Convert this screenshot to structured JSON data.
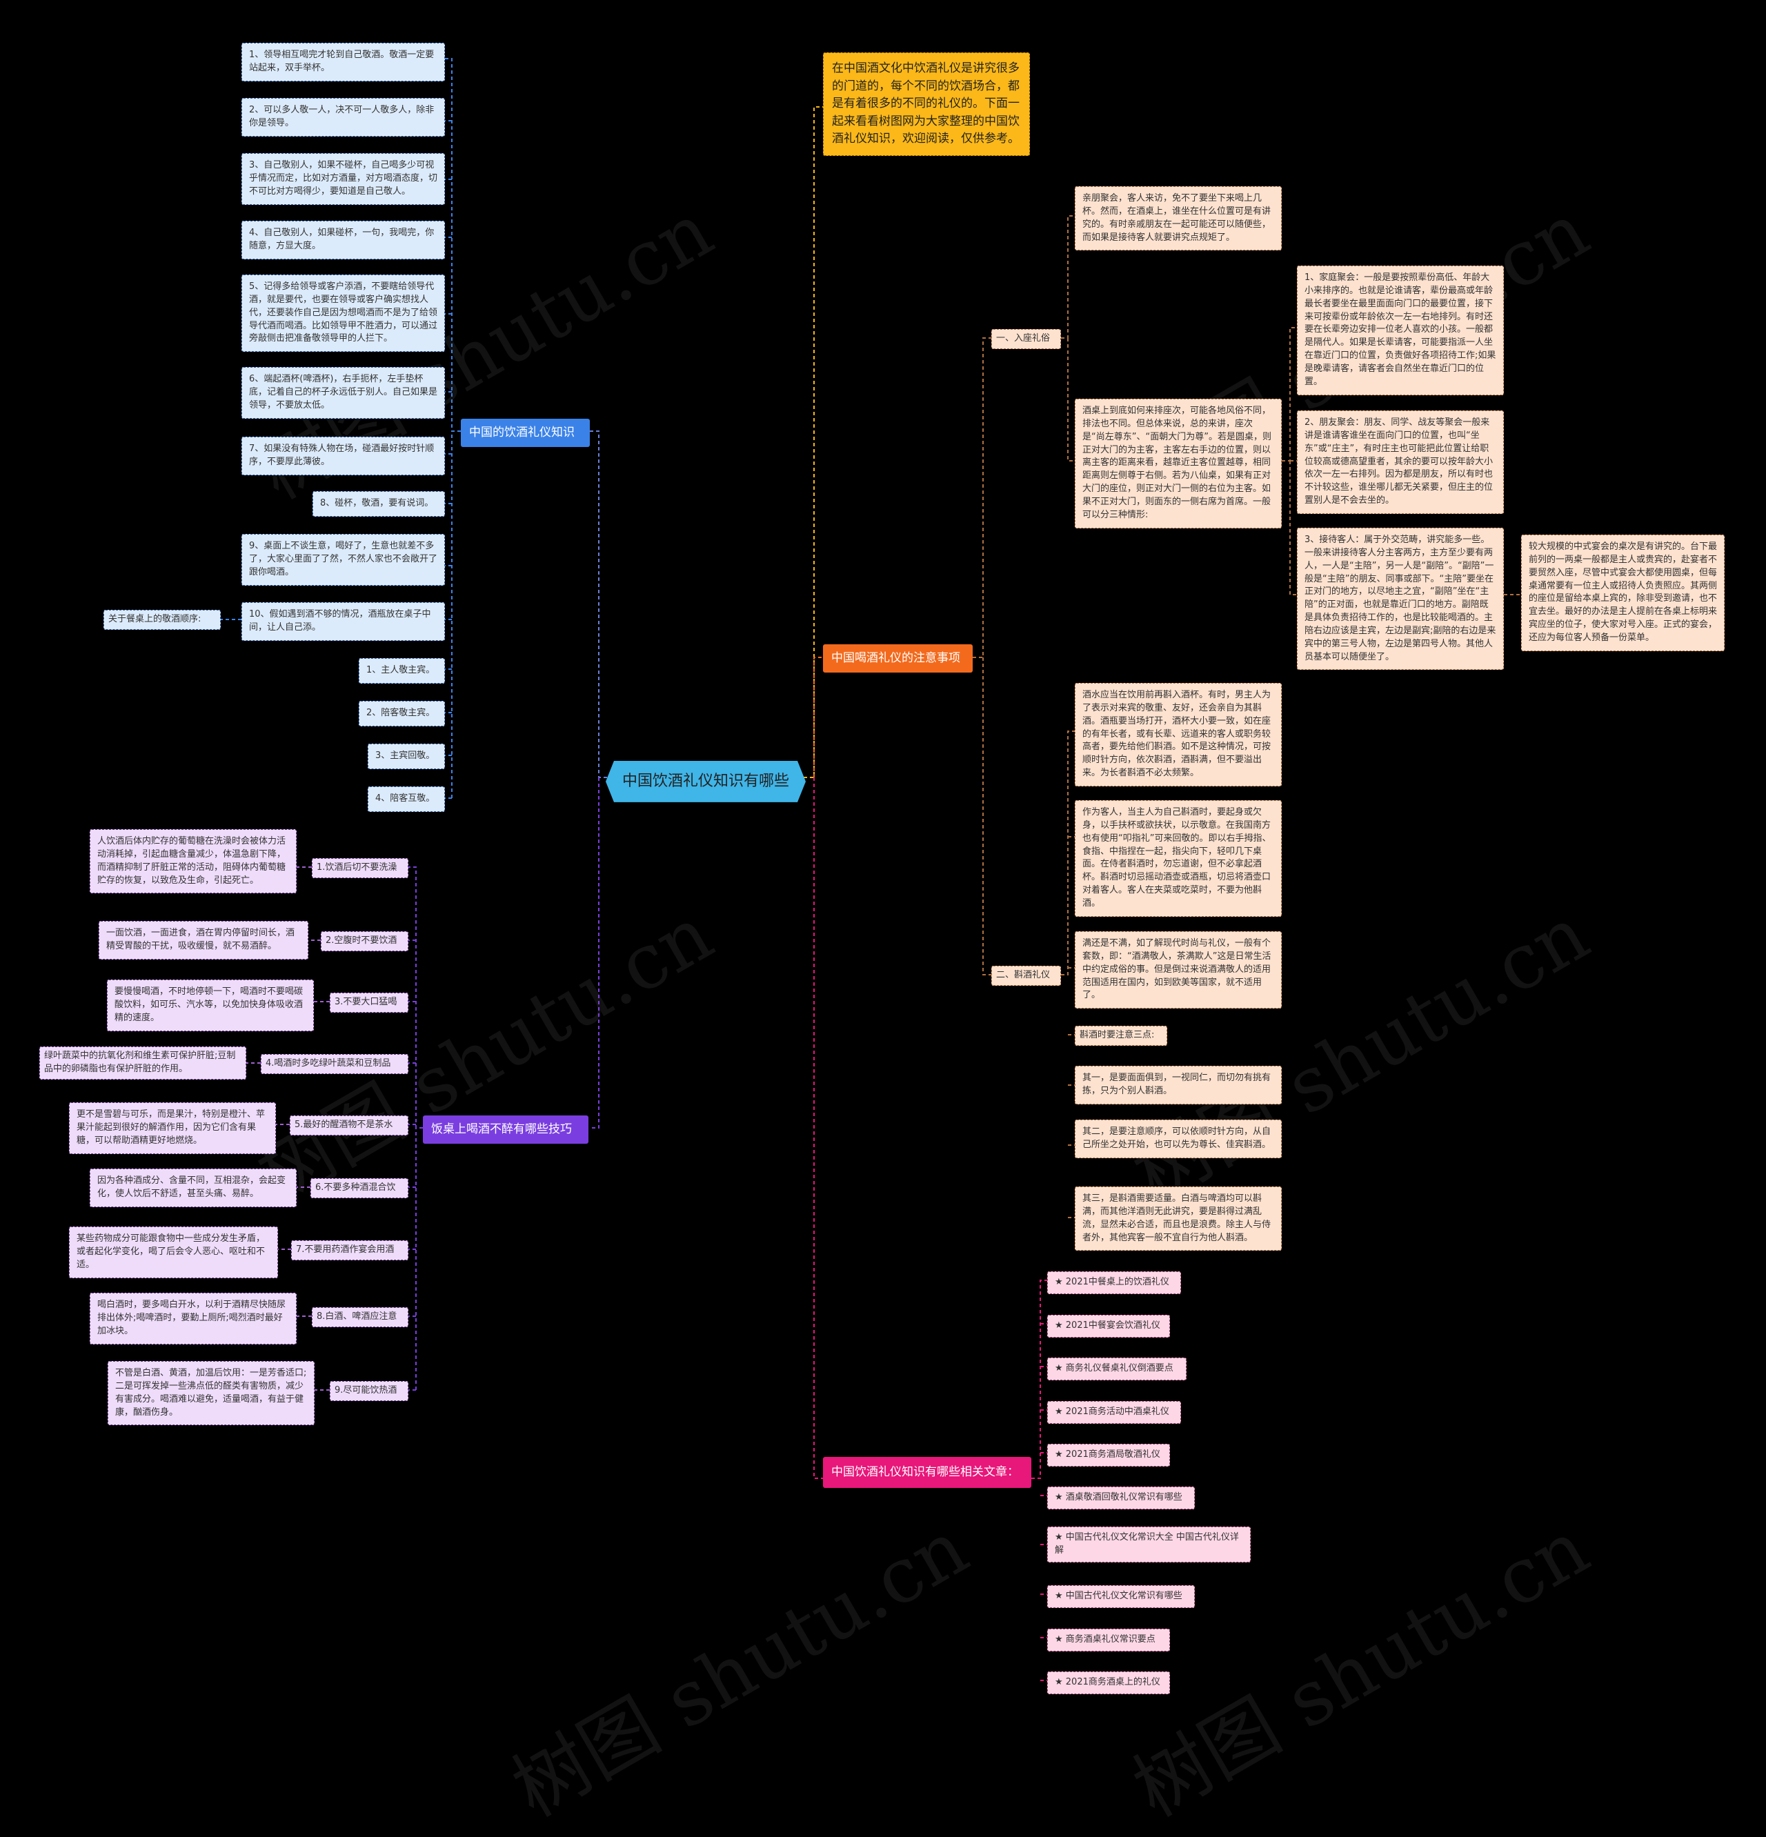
{
  "watermark": "树图 shutu.cn",
  "center": "中国饮酒礼仪知识有哪些",
  "branch1": {
    "title": "中国的饮酒礼仪知识",
    "items": [
      "1、领导相互喝完才轮到自己敬酒。敬酒一定要站起来，双手举杯。",
      "2、可以多人敬一人，决不可一人敬多人，除非你是领导。",
      "3、自己敬别人，如果不碰杯，自己喝多少可视乎情况而定，比如对方酒量，对方喝酒态度，切不可比对方喝得少，要知道是自己敬人。",
      "4、自己敬别人，如果碰杯，一句，我喝完，你随意，方显大度。",
      "5、记得多给领导或客户添酒，不要瞎给领导代酒，就是要代，也要在领导或客户确实想找人代，还要装作自己是因为想喝酒而不是为了给领导代酒而喝酒。比如领导甲不胜酒力，可以通过旁敲侧击把准备敬领导甲的人拦下。",
      "6、端起酒杯(啤酒杯)，右手扼杯，左手垫杯底，记着自己的杯子永远低于别人。自己如果是领导，不要放太低。",
      "7、如果没有特殊人物在场，碰酒最好按时针顺序，不要厚此薄彼。",
      "8、碰杯，敬酒，要有说词。",
      "9、桌面上不谈生意，喝好了，生意也就差不多了，大家心里面了了然，不然人家也不会敞开了跟你喝酒。",
      "10、假如遇到酒不够的情况，酒瓶放在桌子中间，让人自己添。",
      "1、主人敬主宾。",
      "2、陪客敬主宾。",
      "3、主宾回敬。",
      "4、陪客互敬。"
    ],
    "order_label": "关于餐桌上的敬酒顺序:"
  },
  "branch2": {
    "title": "饭桌上喝酒不醉有哪些技巧",
    "items": [
      {
        "label": "1.饮酒后切不要洗澡",
        "detail": "人饮酒后体内贮存的葡萄糖在洗澡时会被体力活动消耗掉，引起血糖含量减少，体温急剧下降，而酒精抑制了肝脏正常的活动，阻碍体内葡萄糖贮存的恢复，以致危及生命，引起死亡。"
      },
      {
        "label": "2.空腹时不要饮酒",
        "detail": "一面饮酒，一面进食，酒在胃内停留时间长，酒精受胃酸的干扰，吸收缓慢，就不易酒醉。"
      },
      {
        "label": "3.不要大口猛喝",
        "detail": "要慢慢喝酒，不时地停顿一下，喝酒时不要喝碳酸饮料，如可乐、汽水等，以免加快身体吸收酒精的速度。"
      },
      {
        "label": "4.喝酒时多吃绿叶蔬菜和豆制品",
        "detail": "绿叶蔬菜中的抗氧化剂和维生素可保护肝脏;豆制品中的卵磷脂也有保护肝脏的作用。"
      },
      {
        "label": "5.最好的醒酒物不是茶水",
        "detail": "更不是雪碧与可乐，而是果汁，特别是橙汁、苹果汁能起到很好的解酒作用，因为它们含有果糖，可以帮助酒精更好地燃烧。"
      },
      {
        "label": "6.不要多种酒混合饮",
        "detail": "因为各种酒成分、含量不同，互相混杂，会起变化，使人饮后不舒适，甚至头痛、易醉。"
      },
      {
        "label": "7.不要用药酒作宴会用酒",
        "detail": "某些药物成分可能跟食物中一些成分发生矛盾，或者起化学变化，喝了后会令人恶心、呕吐和不适。"
      },
      {
        "label": "8.白酒、啤酒应注意",
        "detail": "喝白酒时，要多喝白开水，以利于酒精尽快随尿排出体外;喝啤酒时，要勤上厕所;喝烈酒时最好加冰块。"
      },
      {
        "label": "9.尽可能饮热酒",
        "detail": "不管是白酒、黄酒，加温后饮用：一是芳香适口;二是可挥发掉一些沸点低的醛类有害物质，减少有害成分。喝酒难以避免，适量喝酒，有益于健康，酗酒伤身。"
      }
    ]
  },
  "intro": "在中国酒文化中饮酒礼仪是讲究很多的门道的，每个不同的饮酒场合，都是有着很多的不同的礼仪的。下面一起来看看树图网为大家整理的中国饮酒礼仪知识，欢迎阅读，仅供参考。",
  "branch3": {
    "title": "中国喝酒礼仪的注意事项",
    "sub1": {
      "title": "一、入座礼俗",
      "p1": "亲朋聚会，客人来访，免不了要坐下来喝上几杯。然而，在酒桌上，谁坐在什么位置可是有讲究的。有时亲戚朋友在一起可能还可以随便些，而如果是接待客人就要讲究点规矩了。",
      "p2": "酒桌上到底如何来排座次，可能各地风俗不同，排法也不同。但总体来说，总的来讲，座次是“尚左尊东”、“面朝大门为尊”。若是圆桌，则正对大门的为主客，主客左右手边的位置，则以离主客的距离来看，越靠近主客位置越尊，相同距离则左侧尊于右侧。若为八仙桌，如果有正对大门的座位，则正对大门一侧的右位为主客。如果不正对大门，则面东的一侧右席为首席。一般可以分三种情形:",
      "cases": [
        "1、家庭聚会：一般是要按照辈份高低、年龄大小来排序的。也就是论谁请客，辈份最高或年龄最长者要坐在最里面面向门口的最要位置，接下来可按辈份或年龄依次一左一右地排列。有时还要在长辈旁边安排一位老人喜欢的小孩。一般都是隔代人。如果是长辈请客，可能要指派一人坐在靠近门口的位置，负责做好各项招待工作;如果是晚辈请客，请客者会自然坐在靠近门口的位置。",
        "2、朋友聚会：朋友、同学、战友等聚会一般来讲是谁请客谁坐在面向门口的位置，也叫“坐东”或“庄主”，有时庄主也可能把此位置让给职位较高或德高望重者，其余的要可以按年龄大小依次一左一右排列。因为都是朋友，所以有时也不计较这些，谁坐哪儿都无关紧要，但庄主的位置别人是不会去坐的。",
        "3、接待客人：属于外交范畴，讲究能多一些。一般来讲接待客人分主客两方，主方至少要有两人，一人是“主陪”，另一人是“副陪”。“副陪”一般是“主陪”的朋友、同事或部下。“主陪”要坐在正对门的地方，以尽地主之宜，“副陪”坐在“主陪”的正对面，也就是靠近门口的地方。副陪既是具体负责招待工作的，也是比较能喝酒的。主陪右边应该是主宾，左边是副宾;副陪的右边是来宾中的第三号人物，左边是第四号人物。其他人员基本可以随便坐了。"
      ],
      "note": "较大规模的中式宴会的桌次是有讲究的。台下最前列的一两桌一般都是主人或贵宾的，赴宴者不要贸然入座，尽管中式宴会大都使用圆桌，但每桌通常要有一位主人或招待人负责照应。其两侧的座位是留给本桌上宾的，除非受到邀请，也不宜去坐。最好的办法是主人提前在各桌上标明来宾应坐的位子，使大家对号入座。正式的宴会，还应为每位客人预备一份菜单。"
    },
    "sub2": {
      "title": "二、斟酒礼仪",
      "paras": [
        "酒水应当在饮用前再斟入酒杯。有时，男主人为了表示对来宾的敬重、友好，还会亲自为其斟酒。酒瓶要当场打开，酒杯大小要一致，如在座的有年长者，或有长辈、远道来的客人或职务较高者，要先给他们斟酒。如不是这种情况，可按顺时针方向，依次斟酒，酒斟满，但不要溢出来。为长者斟酒不必太频繁。",
        "作为客人，当主人为自己斟酒时，要起身或欠身，以手扶杯或欲扶状，以示敬意。在我国南方也有使用“叩指礼”可来回敬的。即以右手拇指、食指、中指捏在一起，指尖向下，轻叩几下桌面。在侍者斟酒时，勿忘道谢，但不必拿起酒杯。斟酒时切忌摇动酒壶或酒瓶，切忌将酒壶口对着客人。客人在夹菜或吃菜时，不要为他斟酒。",
        "满还是不满，如了解现代时尚与礼仪，一般有个套数，即：“酒满敬人，茶满欺人”这是日常生活中约定成俗的事。但是倒过来说酒满敬人的适用范围适用在国内，如到欧美等国家，就不适用了。",
        "斟酒时要注意三点:",
        "其一，是要面面俱到，一视同仁，而切勿有挑有拣，只为个别人斟酒。",
        "其二，是要注意顺序，可以依顺时针方向，从自己所坐之处开始，也可以先为尊长、佳宾斟酒。",
        "其三，是斟酒需要适量。白酒与啤酒均可以斟满，而其他洋酒则无此讲究，要是斟得过满乱流，显然未必合适，而且也是浪费。除主人与侍者外，其他宾客一般不宜自行为他人斟酒。"
      ]
    }
  },
  "branch4": {
    "title": "中国饮酒礼仪知识有哪些相关文章：",
    "items": [
      "★ 2021中餐桌上的饮酒礼仪",
      "★ 2021中餐宴会饮酒礼仪",
      "★ 商务礼仪餐桌礼仪倒酒要点",
      "★ 2021商务活动中酒桌礼仪",
      "★ 2021商务酒局敬酒礼仪",
      "★ 酒桌敬酒回敬礼仪常识有哪些",
      "★ 中国古代礼仪文化常识大全 中国古代礼仪详解",
      "★ 中国古代礼仪文化常识有哪些",
      "★ 商务酒桌礼仪常识要点",
      "★ 2021商务酒桌上的礼仪"
    ]
  },
  "colors": {
    "background": "#000000",
    "center": "#3fb5e8",
    "branch1": "#3b82e8",
    "branch2": "#7a3ee0",
    "branch3": "#f36a1d",
    "branch4": "#e8177a",
    "intro": "#fbb818"
  }
}
